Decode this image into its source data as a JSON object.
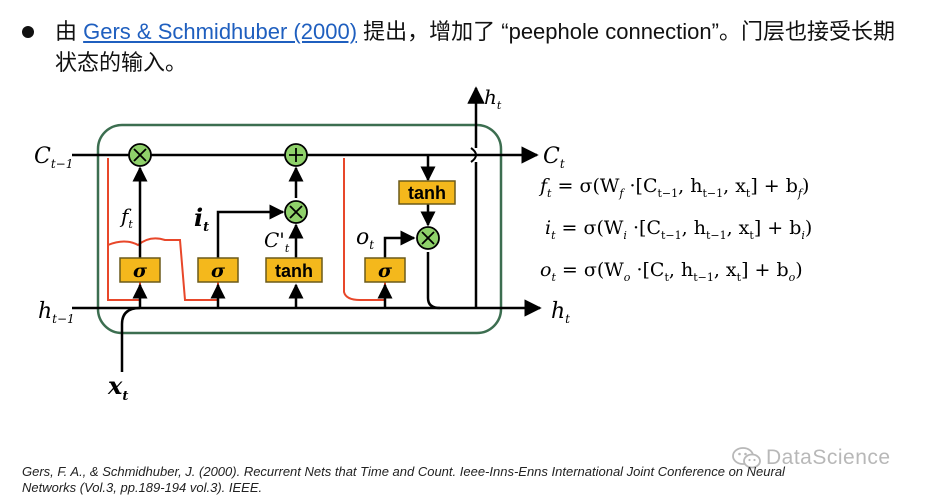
{
  "bullet": {
    "prefix": "由 ",
    "reference_link": "Gers & Schmidhuber (2000)",
    "text_after_link": " 提出，增加了 “peephole connection”。门层也接受长期状态的输入。"
  },
  "diagram": {
    "labels": {
      "c_prev": "C",
      "c_prev_sub": "t−1",
      "h_prev": "h",
      "h_prev_sub": "t−1",
      "x": "x",
      "x_sub": "t",
      "c_out": "C",
      "c_out_sub": "t",
      "h_out": "h",
      "h_out_sub": "t",
      "h_top": "h",
      "h_top_sub": "t",
      "f_gate": "f",
      "f_gate_sub": "t",
      "i_gate": "i",
      "i_gate_sub": "t",
      "c_candidate": "C'",
      "c_candidate_sub": "t",
      "o_gate": "o",
      "o_gate_sub": "t"
    },
    "blocks": {
      "sigma_forget": "σ",
      "sigma_input": "σ",
      "tanh_candidate": "tanh",
      "sigma_output": "σ",
      "tanh_output": "tanh"
    },
    "operators": {
      "multiply": "×",
      "add": "+"
    },
    "colors": {
      "block_fill": "#f4b81c",
      "block_stroke": "#6b5a1a",
      "operator_fill": "#8fd16a",
      "cell_border": "#3c6e50",
      "peephole": "#e8472a",
      "flow": "#000000"
    }
  },
  "equations": {
    "forget": {
      "lhs": "f",
      "lhs_sub": "t",
      "eq": " = σ(W",
      "w_sub": "f",
      "a1": " ·[C",
      "s1": "t−1",
      "a2": ", h",
      "s2": "t−1",
      "a3": ", x",
      "s3": "t",
      "a4": "] + b",
      "s4": "f",
      "close": ")"
    },
    "input": {
      "lhs": "i",
      "lhs_sub": "t",
      "eq": " = σ(W",
      "w_sub": "i",
      "a1": " ·[C",
      "s1": "t−1",
      "a2": ", h",
      "s2": "t−1",
      "a3": ", x",
      "s3": "t",
      "a4": "] + b",
      "s4": "i",
      "close": ")"
    },
    "output": {
      "lhs": "o",
      "lhs_sub": "t",
      "eq": " = σ(W",
      "w_sub": "o",
      "a1": " ·[C",
      "s1": "t",
      "a2": ", h",
      "s2": "t−1",
      "a3": ", x",
      "s3": "t",
      "a4": "] + b",
      "s4": "o",
      "close": ")"
    }
  },
  "citation": "Gers, F. A., & Schmidhuber, J. (2000). Recurrent Nets that Time and Count. Ieee-Inns-Enns International Joint Conference on Neural Networks (Vol.3, pp.189-194 vol.3). IEEE.",
  "watermark": {
    "icon": "wechat-icon",
    "text": "DataScience"
  }
}
